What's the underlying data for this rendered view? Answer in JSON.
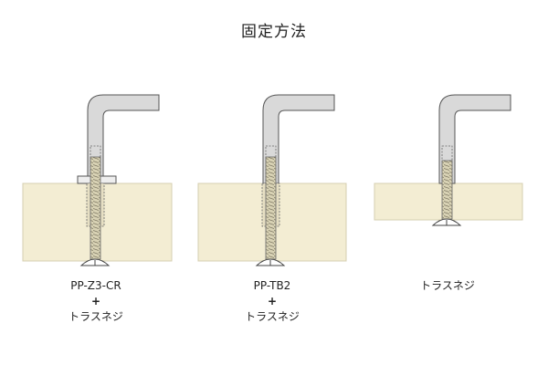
{
  "title": "固定方法",
  "methods": [
    {
      "lines": [
        "PP-Z3-CR",
        "+",
        "トラスネジ"
      ]
    },
    {
      "lines": [
        "PP-TB2",
        "+",
        "トラスネジ"
      ]
    },
    {
      "lines": [
        "トラスネジ"
      ]
    }
  ]
}
